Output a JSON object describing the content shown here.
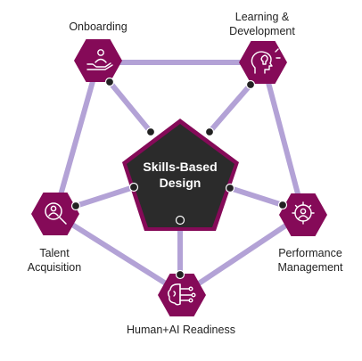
{
  "center": {
    "line1": "Skills-Based",
    "line2": "Design"
  },
  "nodes": [
    {
      "id": "onboarding",
      "lines": [
        "Onboarding"
      ],
      "icon": "hand-person-icon"
    },
    {
      "id": "learning-development",
      "lines": [
        "Learning &",
        "Development"
      ],
      "icon": "lightbulb-head-icon"
    },
    {
      "id": "performance-management",
      "lines": [
        "Performance",
        "Management"
      ],
      "icon": "gear-person-icon"
    },
    {
      "id": "human-ai-readiness",
      "lines": [
        "Human+AI Readiness"
      ],
      "icon": "brain-circuit-icon"
    },
    {
      "id": "talent-acquisition",
      "lines": [
        "Talent",
        "Acquisition"
      ],
      "icon": "magnifier-person-icon"
    }
  ],
  "colors": {
    "hex_fill": "#850a58",
    "line": "#b3a2d6",
    "center_fill": "#2b2b2b",
    "center_border": "#850a58",
    "dot": "#222222"
  }
}
